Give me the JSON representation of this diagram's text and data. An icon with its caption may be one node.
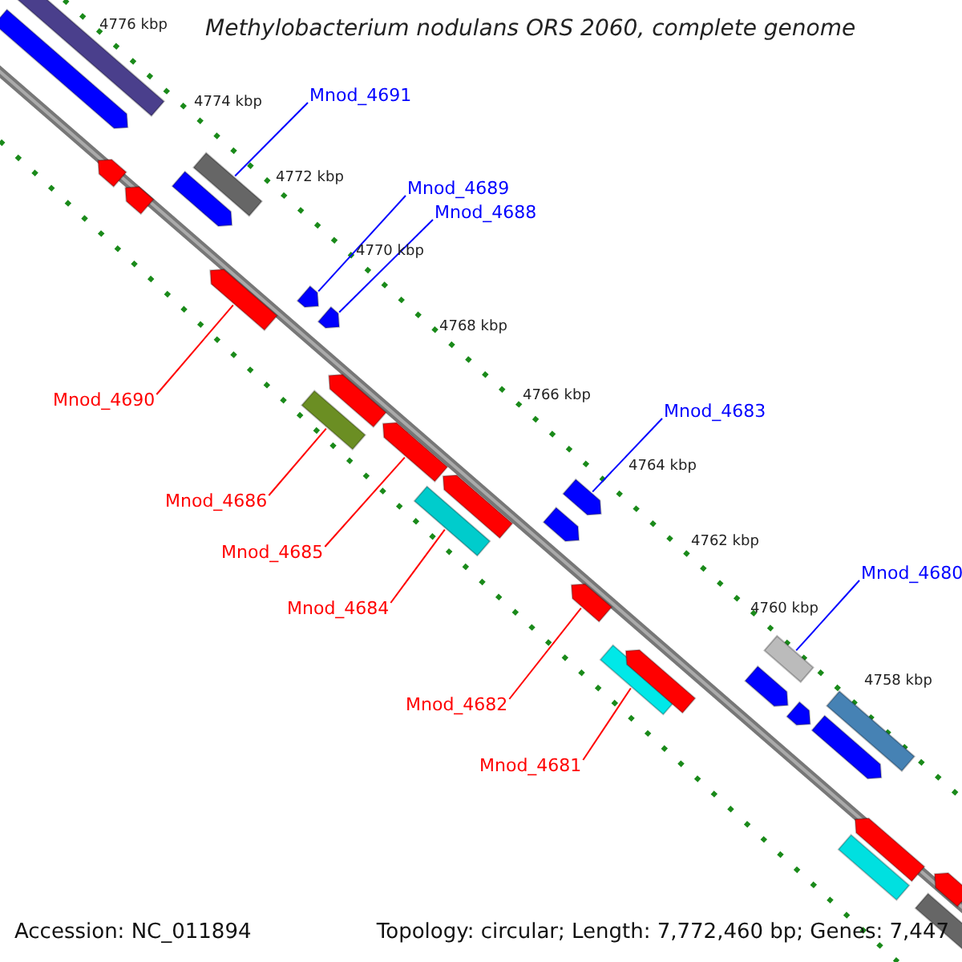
{
  "diagram": {
    "title": "Methylobacterium nodulans ORS 2060, complete genome",
    "nodes": [
      {
        "text": [
          "Mnod_4691"
        ]
      },
      {
        "text": [
          "Mnod_4689"
        ]
      },
      {
        "text": [
          "Mnod_4688"
        ]
      },
      {
        "text": [
          "Mnod_4690"
        ]
      },
      {
        "text": [
          "Mnod_4683"
        ]
      },
      {
        "text": [
          "Mnod_4686"
        ]
      },
      {
        "text": [
          "Mnod_4685"
        ]
      },
      {
        "text": [
          "Mnod_4680"
        ]
      },
      {
        "text": [
          "Mnod_4684"
        ]
      },
      {
        "text": [
          "Mnod_4682"
        ]
      },
      {
        "text": [
          "Mnod_4681"
        ]
      },
      {
        "text": [],
        "shape": "bar"
      },
      {
        "text": [],
        "shape": "arrow"
      },
      {
        "text": [],
        "shape": "arrow"
      },
      {
        "text": [],
        "shape": "arrow"
      },
      {
        "text": [],
        "shape": "arrow"
      },
      {
        "text": [],
        "shape": "bar"
      },
      {
        "text": [],
        "shape": "arrow"
      },
      {
        "text": [],
        "shape": "bar"
      },
      {
        "text": [],
        "shape": "bar"
      },
      {
        "text": [],
        "shape": "arrow"
      },
      {
        "text": [],
        "shape": "bar"
      },
      {
        "text": [],
        "shape": "bar"
      },
      {
        "text": [],
        "shape": "arrow"
      },
      {
        "text": [],
        "shape": "arrow"
      },
      {
        "text": [],
        "shape": "arrow"
      },
      {
        "text": [],
        "shape": "arrow"
      },
      {
        "text": [],
        "shape": "arrow"
      },
      {
        "text": [],
        "shape": "arrow"
      },
      {
        "text": [],
        "shape": "arrow"
      },
      {
        "text": [],
        "shape": "arrow"
      },
      {
        "text": [],
        "shape": "arrow"
      },
      {
        "text": [],
        "shape": "arrow"
      },
      {
        "text": [],
        "shape": "arrow"
      },
      {
        "text": [],
        "shape": "bar"
      },
      {
        "text": [],
        "shape": "arrow"
      },
      {
        "text": [],
        "shape": "bar"
      },
      {
        "text": [],
        "shape": "arrow"
      },
      {
        "text": [],
        "shape": "bar"
      }
    ],
    "edges": [
      {
        "from": 0,
        "to": 11,
        "arrow": "none",
        "color": "#0000ff"
      },
      {
        "from": 1,
        "to": 12,
        "arrow": "none",
        "color": "#0000ff"
      },
      {
        "from": 2,
        "to": 13,
        "arrow": "none",
        "color": "#0000ff"
      },
      {
        "from": 3,
        "to": 14,
        "arrow": "none"
      },
      {
        "from": 4,
        "to": 15,
        "arrow": "none",
        "color": "#0000ff"
      },
      {
        "from": 5,
        "to": 16,
        "arrow": "none"
      },
      {
        "from": 6,
        "to": 17,
        "arrow": "none"
      },
      {
        "from": 7,
        "to": 18,
        "arrow": "none",
        "color": "#0000ff"
      },
      {
        "from": 8,
        "to": 19,
        "arrow": "none"
      },
      {
        "from": 9,
        "to": 20,
        "arrow": "none"
      },
      {
        "from": 10,
        "to": 21,
        "arrow": "none"
      }
    ],
    "labels": [
      "4776 kbp",
      "4774 kbp",
      "4772 kbp",
      "4770 kbp",
      "4768 kbp",
      "4766 kbp",
      "4764 kbp",
      "4762 kbp",
      "4760 kbp",
      "4758 kbp",
      "Accession: NC_011894",
      "Topology: circular; Length: 7,772,460 bp; Genes: 7,447"
    ]
  }
}
